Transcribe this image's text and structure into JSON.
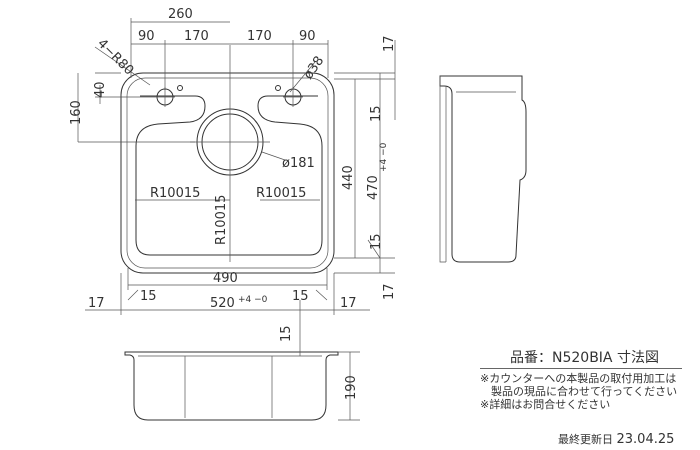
{
  "title": "品番：N520BIA 寸法図",
  "notes": [
    "※カウンターへの本製品の取付用加工は",
    "　製品の現品に合わせて行ってください",
    "※詳細はお問合せください"
  ],
  "updated_label": "最終更新日",
  "updated_date": "23.04.25",
  "dims": {
    "d260": "260",
    "d90a": "90",
    "d170a": "170",
    "d170b": "170",
    "d90b": "90",
    "r80": "4−R80",
    "d38": "ø38",
    "d40": "40",
    "d160": "160",
    "d181": "ø181",
    "r10015a": "R10015",
    "r10015b": "R10015",
    "r10015c": "R10015",
    "d17top": "17",
    "d15a": "15",
    "d440": "440",
    "d470": "470",
    "d470tol": "+4 −0",
    "d15b": "15",
    "d17right": "17",
    "d490": "490",
    "d17l": "17",
    "d15l": "15",
    "d520": "520",
    "d520tol": "+4 −0",
    "d15r": "15",
    "d17r": "17",
    "d15front": "15",
    "d190": "190"
  }
}
